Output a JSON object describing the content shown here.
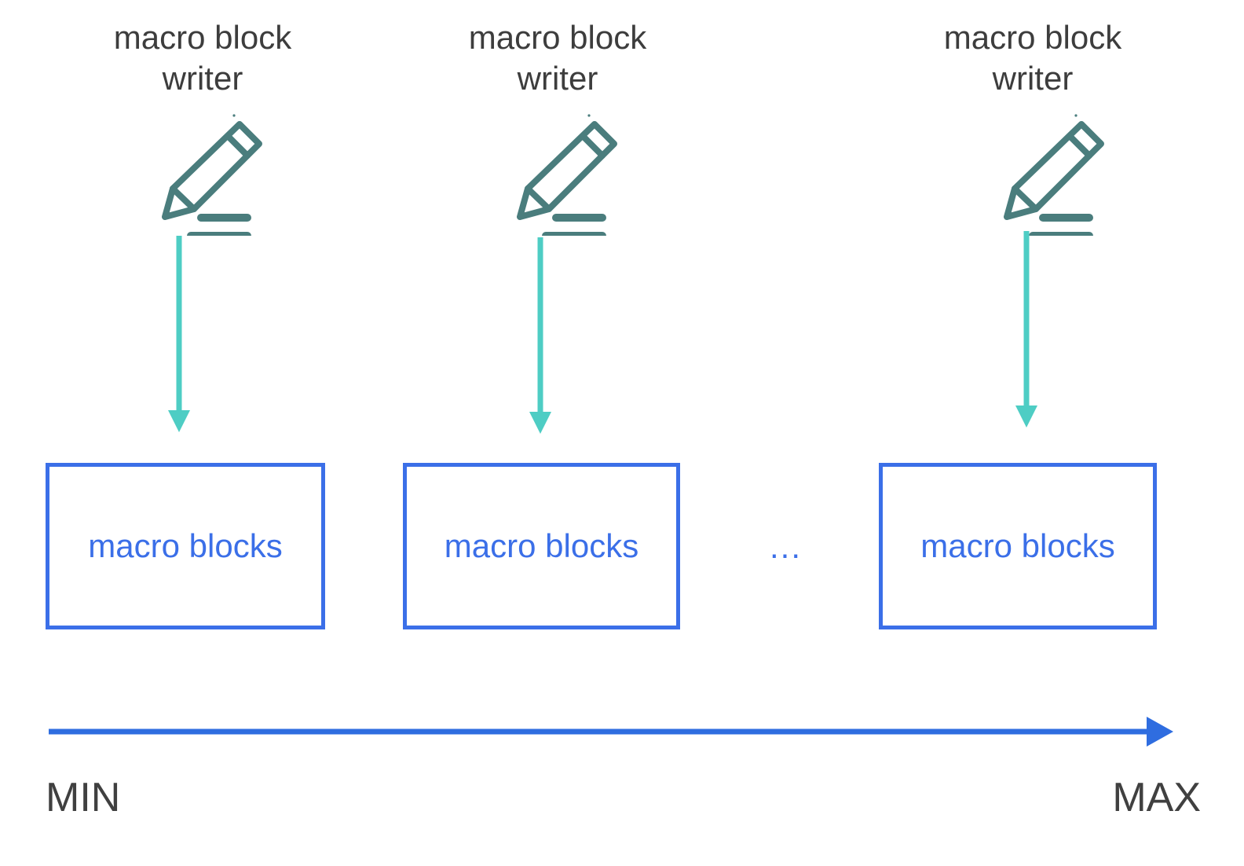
{
  "diagram": {
    "title": "macro block writers writing macro blocks along a MIN to MAX range",
    "colors": {
      "pencil": "#4a7d7d",
      "flow_arrow": "#4ecdc4",
      "box_border": "#3b6fe8",
      "box_text": "#3b6fe8",
      "axis": "#2f6de0",
      "label_text": "#3d3d3d",
      "range_text": "#404040",
      "background": "#ffffff"
    },
    "writers": [
      {
        "label_line1": "macro block",
        "label_line2": "writer",
        "label": "macro block\nwriter",
        "icon": "pencil-writing-icon",
        "arrow": "down-arrow"
      },
      {
        "label_line1": "macro block",
        "label_line2": "writer",
        "label": "macro block\nwriter",
        "icon": "pencil-writing-icon",
        "arrow": "down-arrow"
      },
      {
        "label_line1": "macro block",
        "label_line2": "writer",
        "label": "macro block\nwriter",
        "icon": "pencil-writing-icon",
        "arrow": "down-arrow"
      }
    ],
    "blocks": [
      {
        "label": "macro blocks"
      },
      {
        "label": "macro blocks"
      },
      {
        "label": "macro blocks"
      }
    ],
    "ellipsis": "...",
    "axis": {
      "min_label": "MIN",
      "max_label": "MAX",
      "direction": "left-to-right",
      "arrowhead": "right"
    }
  }
}
